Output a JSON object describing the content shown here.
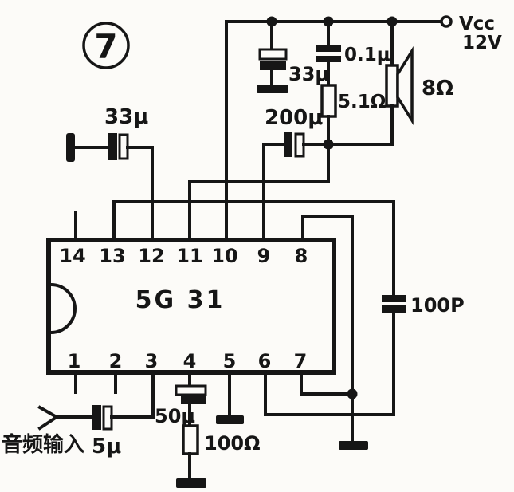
{
  "figure": {
    "number": "7"
  },
  "colors": {
    "ink": "#161616",
    "paper": "#fcfbf8"
  },
  "power": {
    "label": "Vcc",
    "voltage": "12V"
  },
  "ic": {
    "name": "5G 31",
    "pins_top": [
      "14",
      "13",
      "12",
      "11",
      "10",
      "9",
      "8"
    ],
    "pins_bottom": [
      "1",
      "2",
      "3",
      "4",
      "5",
      "6",
      "7"
    ]
  },
  "components": {
    "input_terminal_cap": "33μ",
    "supply_filter_cap": "33μ",
    "supply_bypass_cap": "0.1μ",
    "zobel_resistor": "5.1Ω",
    "output_coupling_cap": "200μ",
    "speaker_impedance": "8Ω",
    "compensation_cap": "100P",
    "audio_input_cap": "5μ",
    "decoupling_cap": "50μ",
    "feedback_resistor": "100Ω"
  },
  "input": {
    "label": "音频输入"
  }
}
